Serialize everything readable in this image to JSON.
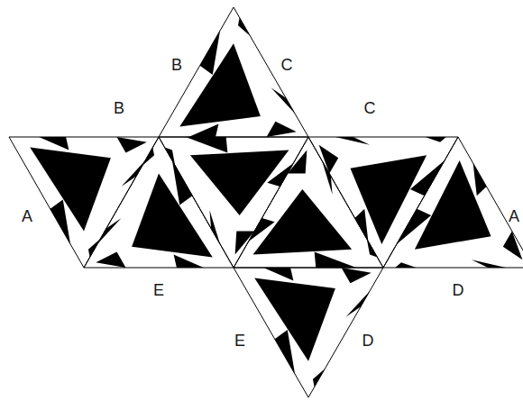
{
  "diagram": {
    "labels": [
      "B",
      "C",
      "B",
      "C",
      "A",
      "A",
      "E",
      "D",
      "E",
      "D"
    ]
  }
}
